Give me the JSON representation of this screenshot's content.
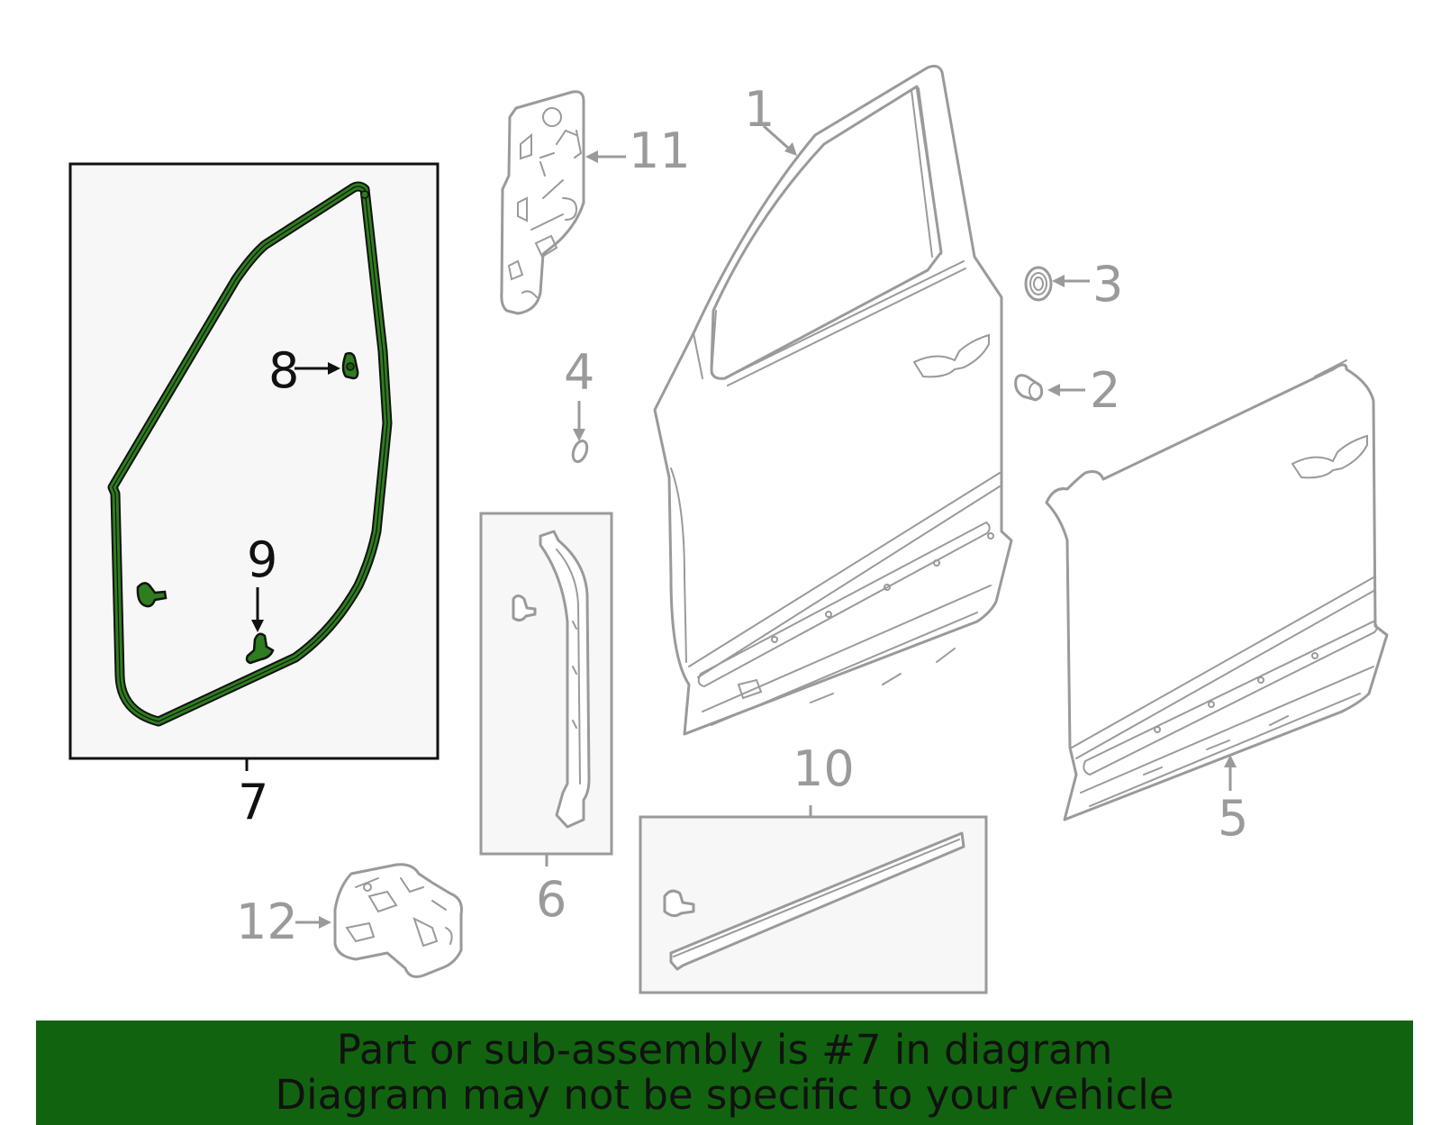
{
  "callouts": {
    "c1": "1",
    "c2": "2",
    "c3": "3",
    "c4": "4",
    "c5": "5",
    "c6": "6",
    "c7": "7",
    "c8": "8",
    "c9": "9",
    "c10": "10",
    "c11": "11",
    "c12": "12"
  },
  "highlighted_part": "7",
  "colors": {
    "highlight_green": "#2e7d1e",
    "banner_green": "#12630f",
    "part_gray": "#9a9a9a",
    "box_fill": "#f7f7f7"
  },
  "banner": {
    "line1": "Part or sub-assembly is #7 in diagram",
    "line2": "Diagram may not be specific to your vehicle"
  }
}
